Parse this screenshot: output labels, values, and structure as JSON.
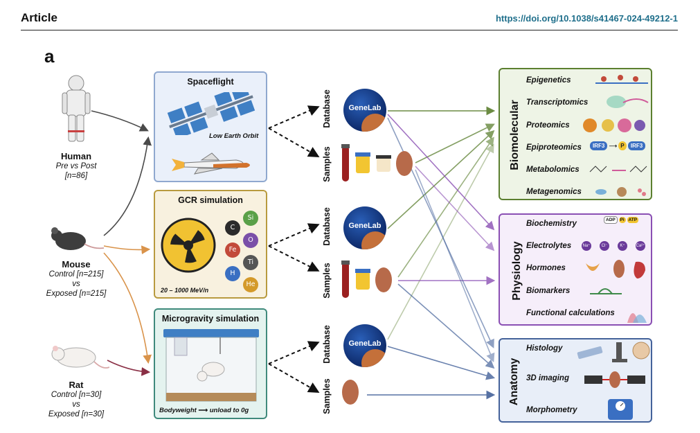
{
  "header": {
    "journal_label": "Article",
    "doi": "https://doi.org/10.1038/s41467-024-49212-1"
  },
  "panel_letter": "a",
  "subjects": {
    "human": {
      "name": "Human",
      "line1": "Pre vs Post",
      "line2": "[n=86]"
    },
    "mouse": {
      "name": "Mouse",
      "line1": "Control [n=215]",
      "line2": "vs",
      "line3": "Exposed [n=215]"
    },
    "rat": {
      "name": "Rat",
      "line1": "Control [n=30]",
      "line2": "vs",
      "line3": "Exposed [n=30]"
    }
  },
  "conditions": {
    "spaceflight": {
      "title": "Spaceflight",
      "caption": "Low Earth Orbit"
    },
    "gcr": {
      "title": "GCR simulation",
      "energy_left": "20",
      "energy_right": "1000 MeV/n",
      "elements": [
        "C",
        "Si",
        "O",
        "Fe",
        "Ti",
        "H",
        "He"
      ]
    },
    "microgravity": {
      "title": "Microgravity simulation",
      "caption_left": "Bodyweight",
      "caption_right": "unload to 0g"
    }
  },
  "sources": {
    "database_label": "Database",
    "samples_label": "Samples",
    "genelab_text": "GeneLab"
  },
  "categories": {
    "biomolecular": {
      "label": "Biomolecular",
      "items": [
        "Epigenetics",
        "Transcriptomics",
        "Proteomics",
        "Epiproteomics",
        "Metabolomics",
        "Metagenomics"
      ],
      "epiproteomics_tags": [
        "IRF3",
        "P",
        "IRF3"
      ]
    },
    "physiology": {
      "label": "Physiology",
      "items": [
        "Biochemistry",
        "Electrolytes",
        "Hormones",
        "Biomarkers",
        "Functional calculations"
      ],
      "ions": [
        "Na⁺",
        "Cl⁻",
        "K⁺",
        "Ca²⁺"
      ],
      "atp_tags": [
        "ADP",
        "Pi",
        "ATP"
      ]
    },
    "anatomy": {
      "label": "Anatomy",
      "items": [
        "Histology",
        "3D imaging",
        "Morphometry"
      ]
    }
  },
  "colors": {
    "spaceflight_border": "#8fa8cf",
    "gcr_border": "#b89a3e",
    "microgravity_border": "#3f8a7c",
    "biomolecular": "#5b7f2f",
    "physiology": "#8a4fb3",
    "anatomy": "#44629a",
    "human_arrow": "#4a4a4a",
    "mouse_arrow": "#d9934a",
    "rat_arrow": "#8a2f45"
  }
}
